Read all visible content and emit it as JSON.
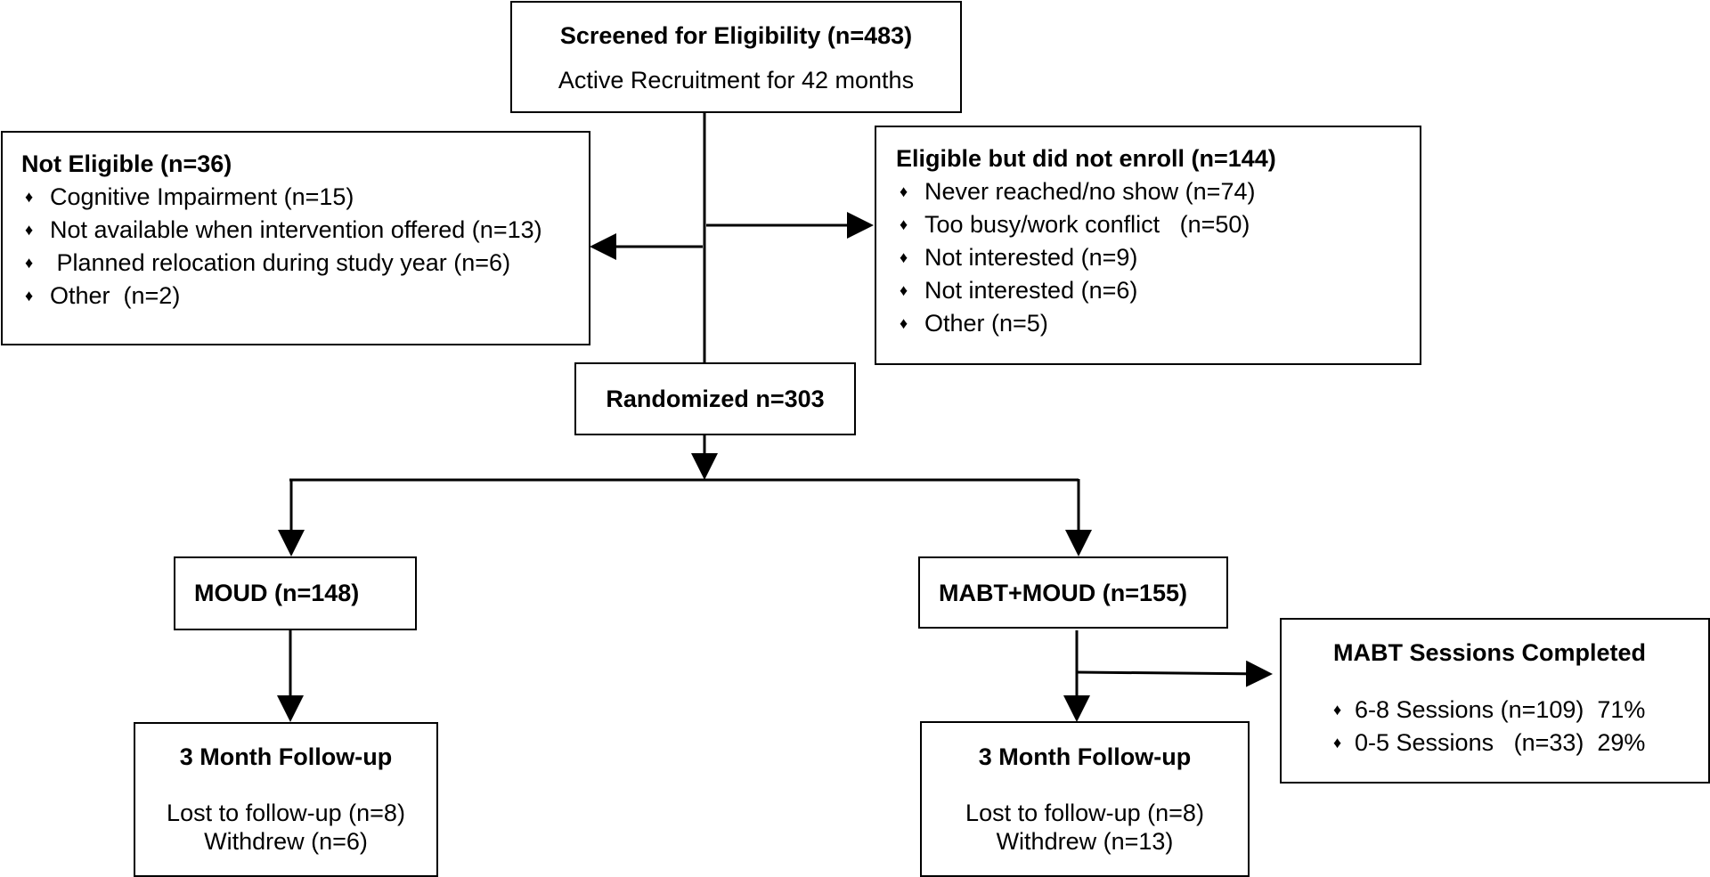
{
  "screened": {
    "title": "Screened for Eligibility (n=483)",
    "subtitle": "Active Recruitment for 42 months"
  },
  "not_eligible": {
    "title": "Not Eligible (n=36)",
    "items": [
      "Cognitive Impairment (n=15)",
      "Not available when intervention offered (n=13)",
      " Planned relocation during study year (n=6)",
      "Other  (n=2)"
    ]
  },
  "not_enrolled": {
    "title": "Eligible but did not enroll (n=144)",
    "items": [
      "Never reached/no show (n=74)",
      "Too busy/work conflict   (n=50)",
      "Not interested (n=9)",
      "Not interested (n=6)",
      "Other (n=5)"
    ]
  },
  "randomized": {
    "label": "Randomized n=303"
  },
  "moud": {
    "label": "MOUD (n=148)"
  },
  "mabt_moud": {
    "label": "MABT+MOUD (n=155)"
  },
  "sessions": {
    "title": "MABT Sessions Completed",
    "items": [
      "6-8 Sessions (n=109)  71%",
      "0-5 Sessions   (n=33)  29%"
    ]
  },
  "followup_left": {
    "title": "3 Month Follow-up",
    "lost": "Lost to follow-up (n=8)",
    "withdrew": "Withdrew (n=6)"
  },
  "followup_right": {
    "title": "3 Month Follow-up",
    "lost": "Lost to follow-up (n=8)",
    "withdrew": "Withdrew (n=13)"
  },
  "bullet_glyph": "♦"
}
